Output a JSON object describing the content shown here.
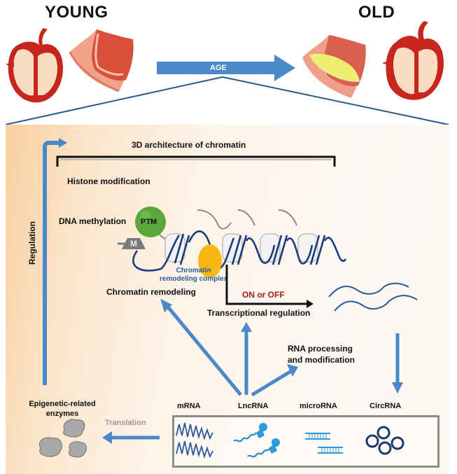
{
  "header": {
    "young_label": "YOUNG",
    "old_label": "OLD",
    "age_arrow_label": "AGE"
  },
  "icons": {
    "young_heart": "heart-icon",
    "young_vessel": "blood-vessel-icon",
    "old_vessel": "plaque-vessel-icon",
    "old_heart": "heart-icon"
  },
  "panel": {
    "chromatin_architecture_label": "3D architecture of chromatin",
    "histone_modification_label": "Histone modification",
    "ptm_label": "PTM",
    "dna_methylation_label": "DNA methylation",
    "methyl_label": "M",
    "remodeling_complex_label_line1": "Chromatin",
    "remodeling_complex_label_line2": "remodeling complex",
    "chromatin_remodeling_label": "Chromatin remodeling",
    "on_off_label": "ON or OFF",
    "transcriptional_regulation_label": "Transcriptional regulation",
    "rna_processing_line1": "RNA processing",
    "rna_processing_line2": "and modification",
    "regulation_label": "Regulation",
    "enzymes_line1": "Epigenetic-related",
    "enzymes_line2": "enzymes",
    "translation_label": "Translation"
  },
  "rna_types": [
    {
      "label": "mRNA",
      "icon": "mrna-wave-icon"
    },
    {
      "label": "LncRNA",
      "icon": "lncrna-icon"
    },
    {
      "label": "microRNA",
      "icon": "microrna-duplex-icon"
    },
    {
      "label": "CircRNA",
      "icon": "circrna-rings-icon"
    }
  ],
  "colors": {
    "arrow_blue": "#4a88c8",
    "dna_navy": "#1c3a7a",
    "ptm_green": "#5aa83c",
    "complex_yellow": "#f5b817",
    "on_off_red": "#a0201c",
    "heart_red": "#c8261c",
    "vessel_pink": "#e8907a",
    "plaque_yellow": "#eeee70"
  }
}
